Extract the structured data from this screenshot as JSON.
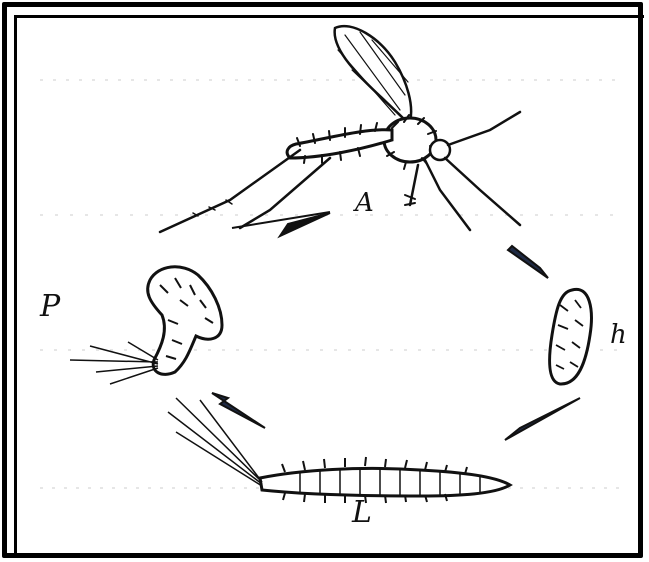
{
  "labels": {
    "adult": "A",
    "egg": "h",
    "larva": "L",
    "pupa": "P"
  },
  "colors": {
    "ink": "#111111",
    "frame": "#000000",
    "background": "#ffffff",
    "arrow_accent": "#1f2a44"
  },
  "stages": [
    {
      "label": "A",
      "depicts": "adult-fly-icon"
    },
    {
      "label": "h",
      "depicts": "egg-icon"
    },
    {
      "label": "L",
      "depicts": "larva-icon"
    },
    {
      "label": "P",
      "depicts": "pupa-icon"
    }
  ]
}
